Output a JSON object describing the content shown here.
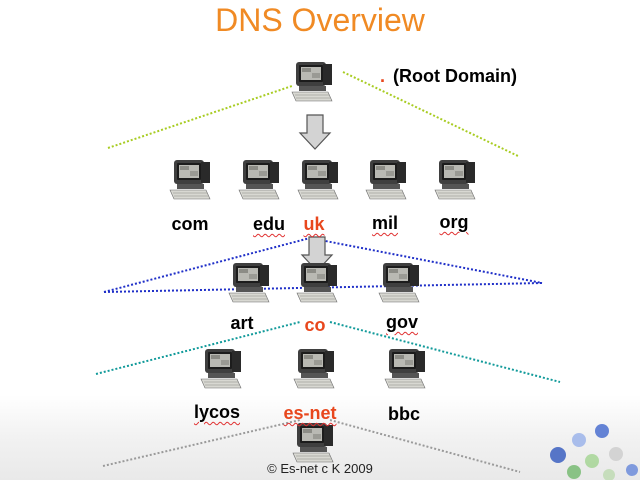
{
  "title": "DNS Overview",
  "root": {
    "dot": ".",
    "label": "(Root Domain)"
  },
  "level1": [
    "com",
    "edu",
    "uk",
    "mil",
    "org"
  ],
  "level2": [
    "art",
    "co",
    "gov"
  ],
  "level3": [
    "lycos",
    "es-net",
    "bbc"
  ],
  "footer": "© Es-net c    K 2009",
  "colors": {
    "title": "#f08a24",
    "highlight": "#e8471d",
    "line_level1": "#a8cc22",
    "line_level2": "#1f2fc8",
    "line_level3": "#119a9a",
    "line_level4": "#9a9a9a",
    "arrow": "#cfcfcf"
  },
  "icons": {
    "node": "computer-icon",
    "arrow": "down-arrow-icon",
    "corner": "bubble-decoration"
  }
}
